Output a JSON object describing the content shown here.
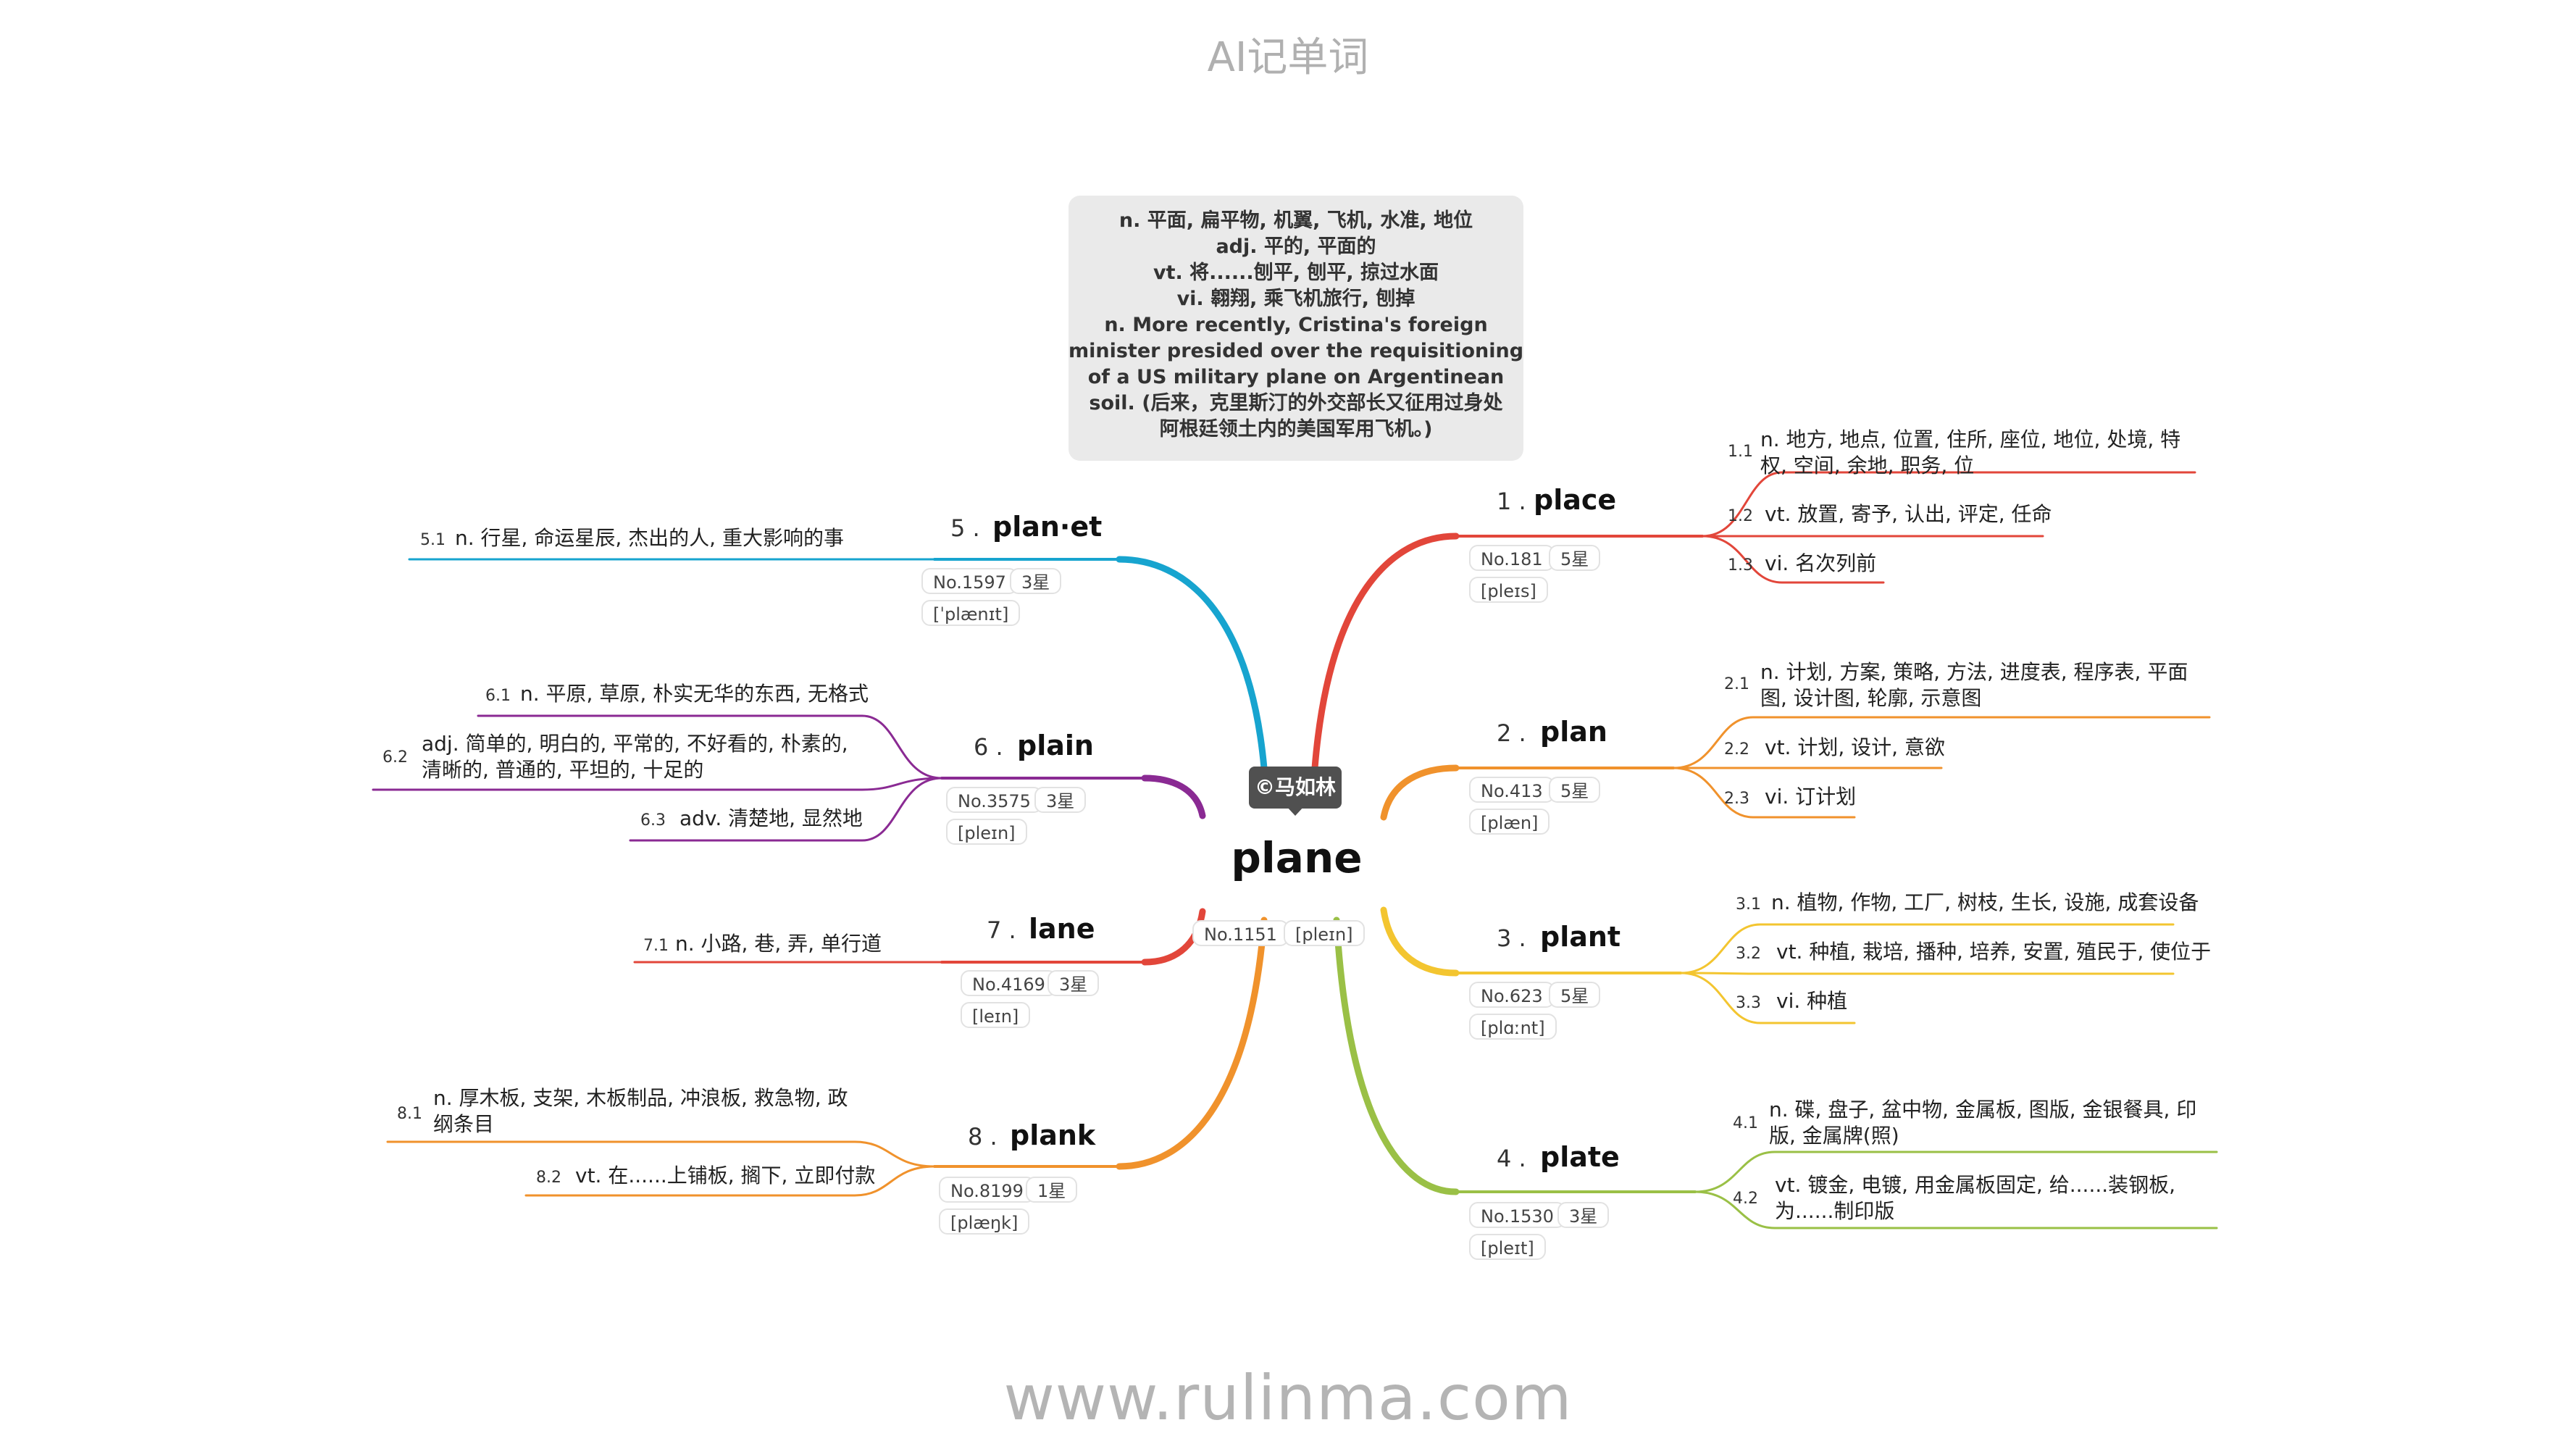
{
  "header": {
    "title": "AI记单词"
  },
  "footer": {
    "url": "www.rulinma.com"
  },
  "definition": {
    "lines": [
      "n. 平面, 扁平物, 机翼, 飞机, 水准, 地位",
      "adj. 平的, 平面的",
      "vt. 将......刨平, 刨平, 掠过水面",
      "vi. 翱翔, 乘飞机旅行, 刨掉",
      "n. More recently, Cristina's foreign",
      "minister presided over the requisitioning",
      "of a US military plane on Argentinean",
      "soil. (后来，克里斯汀的外交部长又征用过身处",
      "阿根廷领土内的美国军用飞机。)"
    ]
  },
  "center": {
    "word": "plane",
    "no": "No.1151",
    "phonetic": "[pleɪn]",
    "callout": "©马如林"
  },
  "branches": [
    {
      "num": "1 .",
      "word": "place",
      "no": "No.181",
      "star": "5星",
      "phonetic": "[pleɪs]",
      "color": "#e2463a",
      "subs": [
        {
          "num": "1.1",
          "text": "n. 地方, 地点, 位置, 住所, 座位, 地位, 处境, 特权, 空间, 余地, 职务, 位"
        },
        {
          "num": "1.2",
          "text": "vt. 放置, 寄予, 认出, 评定, 任命"
        },
        {
          "num": "1.3",
          "text": "vi. 名次列前"
        }
      ]
    },
    {
      "num": "2 .",
      "word": "plan",
      "no": "No.413",
      "star": "5星",
      "phonetic": "[plæn]",
      "color": "#f0922c",
      "subs": [
        {
          "num": "2.1",
          "text": "n. 计划, 方案, 策略, 方法, 进度表, 程序表, 平面图, 设计图, 轮廓, 示意图"
        },
        {
          "num": "2.2",
          "text": "vt. 计划, 设计, 意欲"
        },
        {
          "num": "2.3",
          "text": "vi. 订计划"
        }
      ]
    },
    {
      "num": "3 .",
      "word": "plant",
      "no": "No.623",
      "star": "5星",
      "phonetic": "[plɑːnt]",
      "color": "#f3c530",
      "subs": [
        {
          "num": "3.1",
          "text": "n. 植物, 作物, 工厂, 树枝, 生长, 设施, 成套设备"
        },
        {
          "num": "3.2",
          "text": "vt. 种植, 栽培, 播种, 培养, 安置, 殖民于, 使位于"
        },
        {
          "num": "3.3",
          "text": "vi. 种植"
        }
      ]
    },
    {
      "num": "4 .",
      "word": "plate",
      "no": "No.1530",
      "star": "3星",
      "phonetic": "[pleɪt]",
      "color": "#9ac046",
      "subs": [
        {
          "num": "4.1",
          "text": "n. 碟, 盘子, 盆中物, 金属板, 图版, 金银餐具, 印版, 金属牌(照)"
        },
        {
          "num": "4.2",
          "text": "vt. 镀金, 电镀, 用金属板固定, 给......装钢板, 为......制印版"
        }
      ]
    },
    {
      "num": "5 .",
      "word": "plan·et",
      "no": "No.1597",
      "star": "3星",
      "phonetic": "[ˈplænɪt]",
      "color": "#17a4cf",
      "subs": [
        {
          "num": "5.1",
          "text": "n. 行星, 命运星辰, 杰出的人, 重大影响的事"
        }
      ]
    },
    {
      "num": "6 .",
      "word": "plain",
      "no": "No.3575",
      "star": "3星",
      "phonetic": "[pleɪn]",
      "color": "#8a2a93",
      "subs": [
        {
          "num": "6.1",
          "text": "n. 平原, 草原, 朴实无华的东西, 无格式"
        },
        {
          "num": "6.2",
          "text": "adj. 简单的, 明白的, 平常的, 不好看的, 朴素的, 清晰的, 普通的, 平坦的, 十足的"
        },
        {
          "num": "6.3",
          "text": "adv. 清楚地, 显然地"
        }
      ]
    },
    {
      "num": "7 .",
      "word": "lane",
      "no": "No.4169",
      "star": "3星",
      "phonetic": "[leɪn]",
      "color": "#e2463a",
      "subs": [
        {
          "num": "7.1",
          "text": "n. 小路, 巷, 弄, 单行道"
        }
      ]
    },
    {
      "num": "8 .",
      "word": "plank",
      "no": "No.8199",
      "star": "1星",
      "phonetic": "[plæŋk]",
      "color": "#f0922c",
      "subs": [
        {
          "num": "8.1",
          "text": "n. 厚木板, 支架, 木板制品, 冲浪板, 救急物, 政纲条目"
        },
        {
          "num": "8.2",
          "text": "vt. 在......上铺板, 搁下, 立即付款"
        }
      ]
    }
  ]
}
